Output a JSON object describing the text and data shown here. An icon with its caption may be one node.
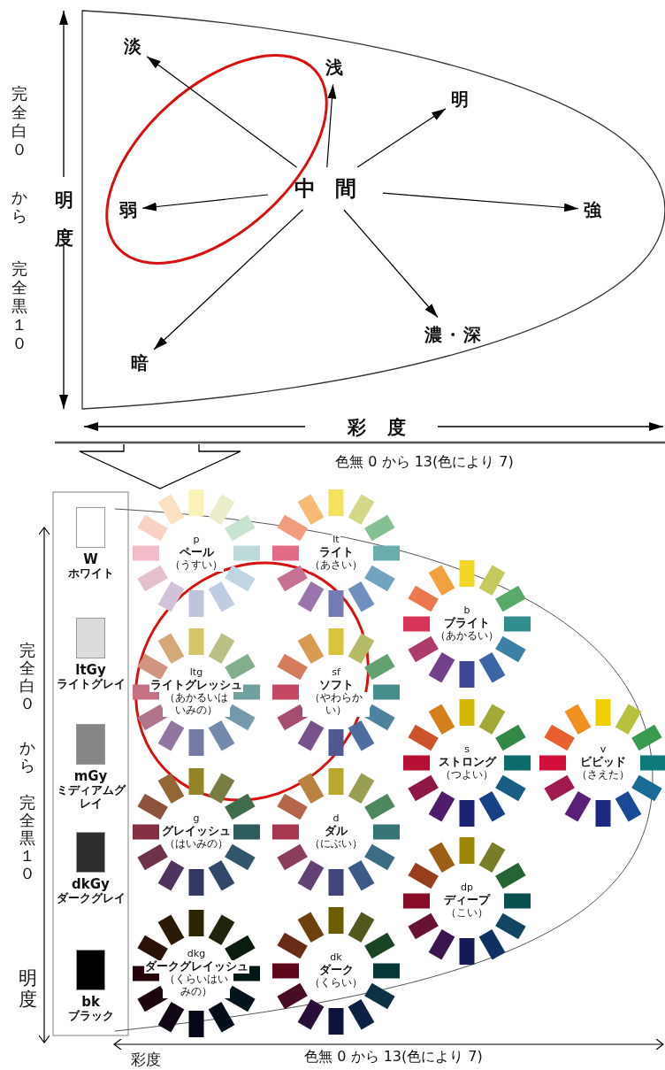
{
  "diagram": {
    "nodes": [
      {
        "text": [
          "中間"
        ]
      },
      {
        "text": [
          "淡"
        ]
      },
      {
        "text": [
          "浅"
        ]
      },
      {
        "text": [
          "明"
        ]
      },
      {
        "text": [
          "弱"
        ]
      },
      {
        "text": [
          "強"
        ]
      },
      {
        "text": [
          "暗"
        ]
      },
      {
        "text": [
          "濃・深"
        ]
      },
      {
        "text": [
          "W",
          "ホワイト"
        ]
      },
      {
        "text": [
          "ltGy",
          "ライトグレイ"
        ]
      },
      {
        "text": [
          "mGy",
          "ミディアムグレイ"
        ]
      },
      {
        "text": [
          "dkGy",
          "ダークグレイ"
        ]
      },
      {
        "text": [
          "bk",
          "ブラック"
        ]
      },
      {
        "text": [
          "p",
          "ペール",
          "（うすい）"
        ]
      },
      {
        "text": [
          "lt",
          "ライト",
          "（あさい）"
        ]
      },
      {
        "text": [
          "b",
          "ブライト",
          "（あかるい）"
        ]
      },
      {
        "text": [
          "ltg",
          "ライトグレッシュ",
          "（あかるいはいみの）"
        ]
      },
      {
        "text": [
          "sf",
          "ソフト",
          "（やわらかい）"
        ]
      },
      {
        "text": [
          "s",
          "ストロング",
          "（つよい）"
        ]
      },
      {
        "text": [
          "v",
          "ビビッド",
          "（さえた）"
        ]
      },
      {
        "text": [
          "g",
          "グレイッシュ",
          "（はいみの）"
        ]
      },
      {
        "text": [
          "d",
          "ダル",
          "（にぶい）"
        ]
      },
      {
        "text": [
          "dp",
          "ディープ",
          "（こい）"
        ]
      },
      {
        "text": [
          "dkg",
          "ダークグレイッシュ",
          "（くらいはいみの）"
        ]
      },
      {
        "text": [
          "dk",
          "ダーク",
          "（くらい）"
        ]
      }
    ],
    "edges": [
      {
        "from": 0,
        "to": 1,
        "arrow": "to"
      },
      {
        "from": 0,
        "to": 2,
        "arrow": "to"
      },
      {
        "from": 0,
        "to": 3,
        "arrow": "to"
      },
      {
        "from": 0,
        "to": 4,
        "arrow": "to"
      },
      {
        "from": 0,
        "to": 5,
        "arrow": "to"
      },
      {
        "from": 0,
        "to": 6,
        "arrow": "to"
      },
      {
        "from": 0,
        "to": 7,
        "arrow": "to"
      },
      {
        "from": null,
        "to": 13,
        "arrow": "to"
      }
    ],
    "labels": [
      "完全白０",
      "から",
      "完全黒１０",
      "明度",
      "彩度",
      "色無 0 から 13(色により 7)",
      "完全白０",
      "から",
      "完全黒１０",
      "明度",
      "彩度",
      "色無 0 から 13(色により 7)"
    ]
  }
}
